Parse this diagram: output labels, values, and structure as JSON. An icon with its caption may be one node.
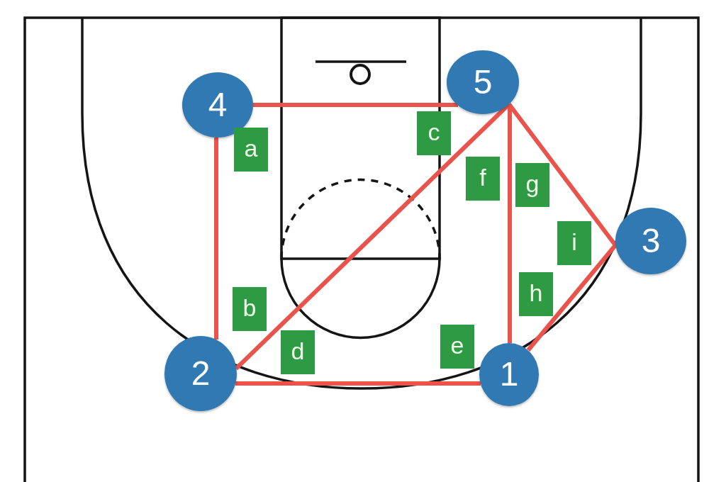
{
  "diagram": {
    "nodes": [
      {
        "text": [
          "4"
        ]
      },
      {
        "text": [
          "5"
        ]
      },
      {
        "text": [
          "a"
        ]
      },
      {
        "text": [
          "c"
        ]
      },
      {
        "text": [
          "f"
        ]
      },
      {
        "text": [
          "g"
        ]
      },
      {
        "text": [
          "3"
        ]
      },
      {
        "text": [
          "i"
        ]
      },
      {
        "text": [
          "h"
        ]
      },
      {
        "text": [
          "b"
        ]
      },
      {
        "text": [
          "d"
        ]
      },
      {
        "text": [
          "e"
        ]
      },
      {
        "text": [
          "2"
        ]
      },
      {
        "text": [
          "1"
        ]
      }
    ],
    "edges": [
      {
        "from": 0,
        "to": 1,
        "arrow": "none"
      },
      {
        "from": 0,
        "to": 12,
        "arrow": "none"
      },
      {
        "from": 12,
        "to": 1,
        "arrow": "none"
      },
      {
        "from": 12,
        "to": 13,
        "arrow": "none"
      },
      {
        "from": 1,
        "to": 13,
        "arrow": "none"
      },
      {
        "from": 1,
        "to": 6,
        "arrow": "none"
      },
      {
        "from": 13,
        "to": 6,
        "arrow": "none"
      }
    ]
  }
}
